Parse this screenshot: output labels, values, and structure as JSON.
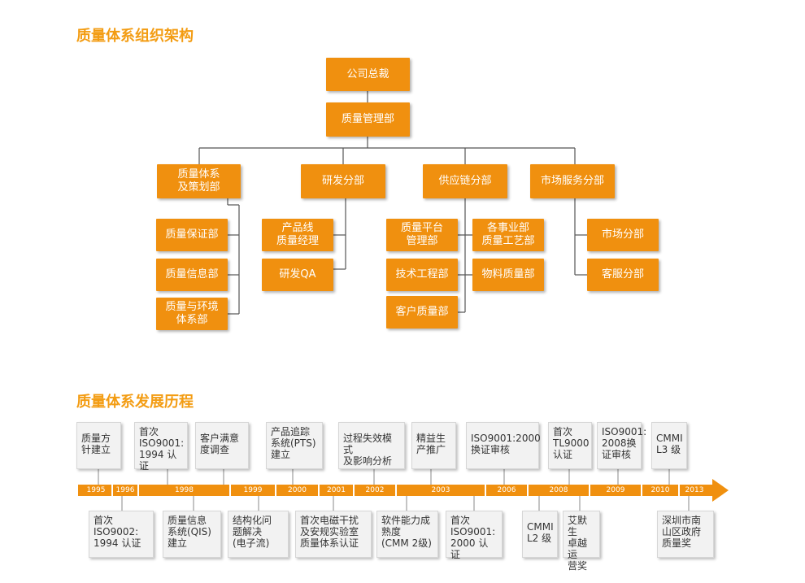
{
  "org": {
    "title": "质量体系组织架构",
    "president": "公司总裁",
    "qm": "质量管理部",
    "dept1": "质量体系\n及策划部",
    "dept2": "研发分部",
    "dept3": "供应链分部",
    "dept4": "市场服务分部",
    "sub1a": "质量保证部",
    "sub1b": "质量信息部",
    "sub1c": "质量与环境\n体系部",
    "sub2a": "产品线\n质量经理",
    "sub2b": "研发QA",
    "sub3a": "质量平台\n管理部",
    "sub3b": "技术工程部",
    "sub3c": "客户质量部",
    "sub3d": "各事业部\n质量工艺部",
    "sub3e": "物料质量部",
    "sub4a": "市场分部",
    "sub4b": "客服分部"
  },
  "timeline": {
    "title": "质量体系发展历程",
    "years": [
      "1995",
      "1996",
      "1998",
      "1999",
      "2000",
      "2001",
      "2002",
      "2003",
      "2006",
      "2008",
      "2009",
      "2010",
      "2013"
    ],
    "top_events": [
      "质量方\n针建立",
      "首次\nISO9001:\n1994 认证",
      "客户满意\n度调查",
      "产品追踪\n系统(PTS)\n建立",
      "过程失效模式\n及影响分析",
      "精益生\n产推广",
      "ISO9001:2000\n换证审核",
      "首次\nTL9000\n认证",
      "ISO9001:\n2008换\n证审核",
      "CMMI\nL3 级"
    ],
    "bottom_events": [
      "首次\nISO9002:\n1994 认证",
      "质量信息\n系统(QIS)\n建立",
      "结构化问\n题解决\n(电子流)",
      "首次电磁干扰\n及安规实验室\n质量体系认证",
      "软件能力成\n熟度\n(CMM 2级)",
      "首次\nISO9001:\n2000 认证",
      "CMMI\nL2 级",
      "艾默生\n卓越运\n营奖",
      "深圳市南\n山区政府\n质量奖"
    ]
  }
}
